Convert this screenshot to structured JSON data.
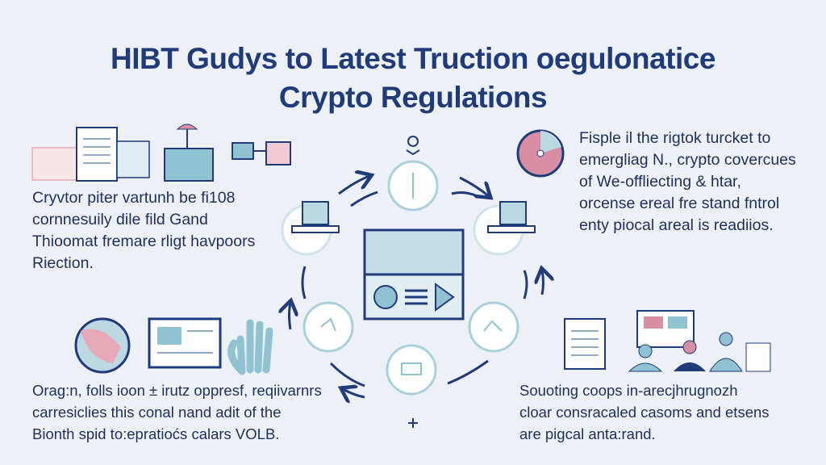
{
  "title": {
    "line1": "HIBT Gudys to Latest Truction oegulonatice",
    "line2": "Crypto Regulations"
  },
  "panels": {
    "top_left": {
      "lines": [
        "Cryvtor piter vartunh be fi108",
        "cornnesuily dile fild Gand",
        "Thioomat fremare rligt havpoors",
        "Riection."
      ]
    },
    "top_right": {
      "lines": [
        "Fisple il the rigtok turcket to",
        "emergliag N., crypto covercues",
        "of We-offliecting & htar,",
        "orcense ereal fre stand fntrol",
        "enty piocal areal is readiios."
      ]
    },
    "bottom_left": {
      "lines": [
        "Orag:n, folls ioon ± irutz oppresf, reqiivarnrs",
        "carresiclies this conal nand adit of the",
        "Bionth spid to:epratioćs calars VOLB."
      ]
    },
    "bottom_right": {
      "lines": [
        "Souoting coops in-arecjhrugnozh",
        "cloar consracaled casoms and etsens",
        "are pigcal anta:rand."
      ]
    }
  },
  "colors": {
    "navy": "#1f3b7a",
    "teal": "#8fc3d1",
    "pink": "#d98fa3",
    "bg": "#edf1f5"
  },
  "icons": [
    "documents-icon",
    "sign-board-icon",
    "camera-icon",
    "pie-chart-icon",
    "laptop-icon",
    "video-player-icon",
    "badge-icon",
    "hand-icon",
    "clipboard-icon",
    "dashboard-icon",
    "people-icon"
  ]
}
